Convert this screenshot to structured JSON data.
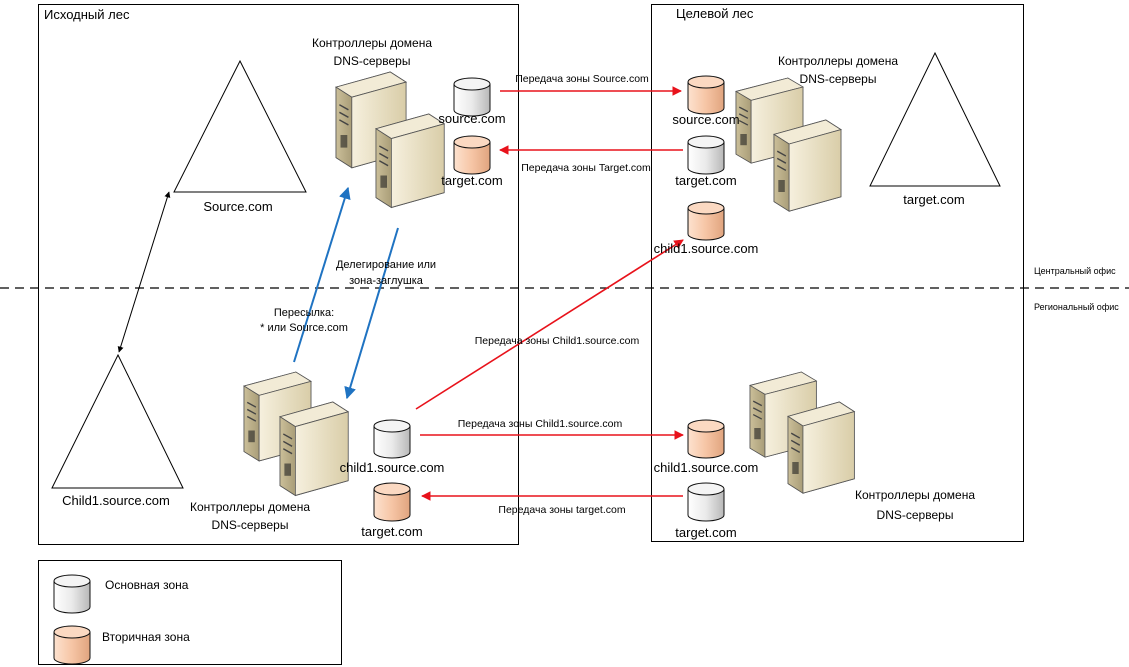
{
  "colors": {
    "primary_zone_fill": "#e6e6e6",
    "secondary_zone_fill": "#f6c5a5",
    "transfer_arrow": "#e8121b",
    "forwarding_arrow": "#1f73c2",
    "server_body": "#efe6cf"
  },
  "forests": {
    "source": {
      "title": "Исходный лес"
    },
    "target": {
      "title": "Целевой лес"
    }
  },
  "domains": {
    "source_root": "Source.com",
    "source_child": "Child1.source.com",
    "target_root": "target.com"
  },
  "dc_label": {
    "line1": "Контроллеры домена",
    "line2": "DNS-серверы"
  },
  "zones": {
    "source_com": "source.com",
    "target_com": "target.com",
    "child1_source_com": "child1.source.com"
  },
  "transfers": {
    "source_zone": "Передача зоны Source.com",
    "target_zone_top": "Передача зоны Target.com",
    "child1_zone_upper": "Передача зоны Child1.source.com",
    "child1_zone_lower": "Передача зоны Child1.source.com",
    "target_zone_bottom": "Передача зоны target.com"
  },
  "delegation": {
    "line1": "Делегирование или",
    "line2": "зона-заглушка"
  },
  "forwarding": {
    "line1": "Пересылка:",
    "line2": "* или Source.com"
  },
  "sites": {
    "central": "Центральный офис",
    "regional": "Региональный офис"
  },
  "legend": {
    "primary": "Основная зона",
    "secondary": "Вторичная зона"
  }
}
